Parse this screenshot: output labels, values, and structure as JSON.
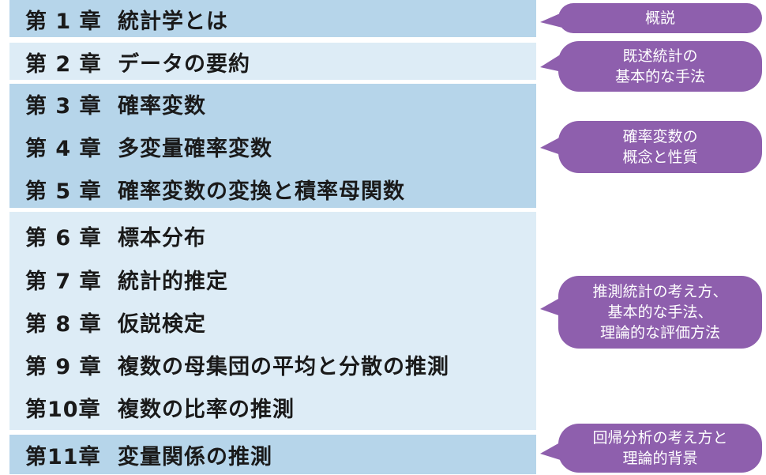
{
  "chapters": [
    {
      "num": "第 1 章",
      "title": "統計学とは"
    },
    {
      "num": "第 2 章",
      "title": "データの要約"
    },
    {
      "num": "第 3 章",
      "title": "確率変数"
    },
    {
      "num": "第 4 章",
      "title": "多変量確率変数"
    },
    {
      "num": "第 5 章",
      "title": "確率変数の変換と積率母関数"
    },
    {
      "num": "第 6 章",
      "title": "標本分布"
    },
    {
      "num": "第 7 章",
      "title": "統計的推定"
    },
    {
      "num": "第 8 章",
      "title": "仮説検定"
    },
    {
      "num": "第 9 章",
      "title": "複数の母集団の平均と分散の推測"
    },
    {
      "num": "第10章",
      "title": "複数の比率の推測"
    },
    {
      "num": "第11章",
      "title": "変量関係の推測"
    }
  ],
  "callouts": [
    {
      "text": "概説"
    },
    {
      "text": "既述統計の\n基本的な手法"
    },
    {
      "text": "確率変数の\n概念と性質"
    },
    {
      "text": "推測統計の考え方、\n基本的な手法、\n理論的な評価方法"
    },
    {
      "text": "回帰分析の考え方と\n理論的背景"
    }
  ],
  "colors": {
    "band_dark": "#b6d5ea",
    "band_light": "#ddecf6",
    "callout": "#8e5fad"
  }
}
